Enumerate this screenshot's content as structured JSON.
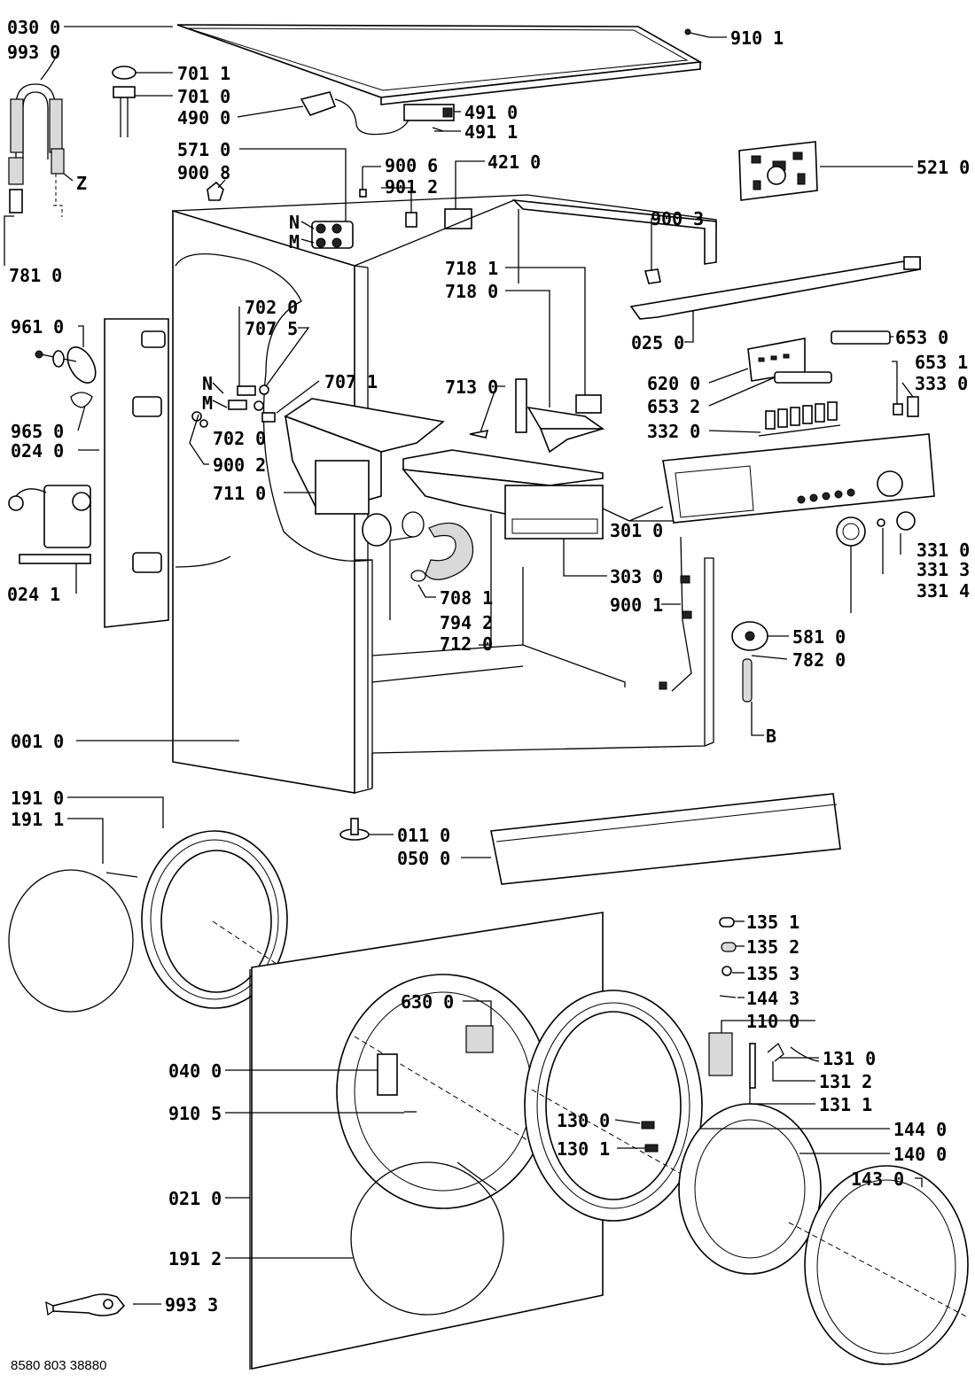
{
  "document_number": "8580 803 38880",
  "callouts": [
    {
      "id": "030-0",
      "text": "030 0"
    },
    {
      "id": "993-0",
      "text": "993 0"
    },
    {
      "id": "701-1",
      "text": "701 1"
    },
    {
      "id": "701-0",
      "text": "701 0"
    },
    {
      "id": "490-0",
      "text": "490 0"
    },
    {
      "id": "491-0",
      "text": "491 0"
    },
    {
      "id": "491-1",
      "text": "491 1"
    },
    {
      "id": "910-1",
      "text": "910 1"
    },
    {
      "id": "521-0",
      "text": "521 0"
    },
    {
      "id": "571-0",
      "text": "571 0"
    },
    {
      "id": "900-8",
      "text": "900 8"
    },
    {
      "id": "900-6",
      "text": "900 6"
    },
    {
      "id": "901-2",
      "text": "901 2"
    },
    {
      "id": "421-0",
      "text": "421 0"
    },
    {
      "id": "Z",
      "text": "Z"
    },
    {
      "id": "N-top",
      "text": "N"
    },
    {
      "id": "M-top",
      "text": "M"
    },
    {
      "id": "900-3",
      "text": "900 3"
    },
    {
      "id": "781-0",
      "text": "781 0"
    },
    {
      "id": "025-0",
      "text": "025 0"
    },
    {
      "id": "653-0",
      "text": "653 0"
    },
    {
      "id": "702-0a",
      "text": "702 0"
    },
    {
      "id": "707-5",
      "text": "707 5"
    },
    {
      "id": "961-0",
      "text": "961 0"
    },
    {
      "id": "718-1",
      "text": "718 1"
    },
    {
      "id": "718-0",
      "text": "718 0"
    },
    {
      "id": "713-0",
      "text": "713 0"
    },
    {
      "id": "620-0",
      "text": "620 0"
    },
    {
      "id": "653-1",
      "text": "653 1"
    },
    {
      "id": "333-0",
      "text": "333 0"
    },
    {
      "id": "707-1",
      "text": "707 1"
    },
    {
      "id": "N-mid",
      "text": "N"
    },
    {
      "id": "M-mid",
      "text": "M"
    },
    {
      "id": "653-2",
      "text": "653 2"
    },
    {
      "id": "965-0",
      "text": "965 0"
    },
    {
      "id": "024-0",
      "text": "024 0"
    },
    {
      "id": "702-0b",
      "text": "702 0"
    },
    {
      "id": "332-0",
      "text": "332 0"
    },
    {
      "id": "900-2",
      "text": "900 2"
    },
    {
      "id": "711-0",
      "text": "711 0"
    },
    {
      "id": "301-0",
      "text": "301 0"
    },
    {
      "id": "331-0",
      "text": "331 0"
    },
    {
      "id": "303-0",
      "text": "303 0"
    },
    {
      "id": "331-3",
      "text": "331 3"
    },
    {
      "id": "024-1",
      "text": "024 1"
    },
    {
      "id": "708-1",
      "text": "708 1"
    },
    {
      "id": "900-1",
      "text": "900 1"
    },
    {
      "id": "331-4",
      "text": "331 4"
    },
    {
      "id": "794-2",
      "text": "794 2"
    },
    {
      "id": "712-0",
      "text": "712 0"
    },
    {
      "id": "581-0",
      "text": "581 0"
    },
    {
      "id": "782-0",
      "text": "782 0"
    },
    {
      "id": "001-0",
      "text": "001 0"
    },
    {
      "id": "B",
      "text": "B"
    },
    {
      "id": "191-0",
      "text": "191 0"
    },
    {
      "id": "191-1",
      "text": "191 1"
    },
    {
      "id": "011-0",
      "text": "011 0"
    },
    {
      "id": "050-0",
      "text": "050 0"
    },
    {
      "id": "135-1",
      "text": "135 1"
    },
    {
      "id": "135-2",
      "text": "135 2"
    },
    {
      "id": "135-3",
      "text": "135 3"
    },
    {
      "id": "144-3",
      "text": "144 3"
    },
    {
      "id": "630-0",
      "text": "630 0"
    },
    {
      "id": "110-0",
      "text": "110 0"
    },
    {
      "id": "040-0",
      "text": "040 0"
    },
    {
      "id": "131-0",
      "text": "131 0"
    },
    {
      "id": "131-2",
      "text": "131 2"
    },
    {
      "id": "131-1",
      "text": "131 1"
    },
    {
      "id": "910-5",
      "text": "910 5"
    },
    {
      "id": "130-0",
      "text": "130 0"
    },
    {
      "id": "144-0",
      "text": "144 0"
    },
    {
      "id": "130-1",
      "text": "130 1"
    },
    {
      "id": "140-0",
      "text": "140 0"
    },
    {
      "id": "143-0",
      "text": "143 0"
    },
    {
      "id": "021-0",
      "text": "021 0"
    },
    {
      "id": "191-2",
      "text": "191 2"
    },
    {
      "id": "993-3",
      "text": "993 3"
    }
  ]
}
